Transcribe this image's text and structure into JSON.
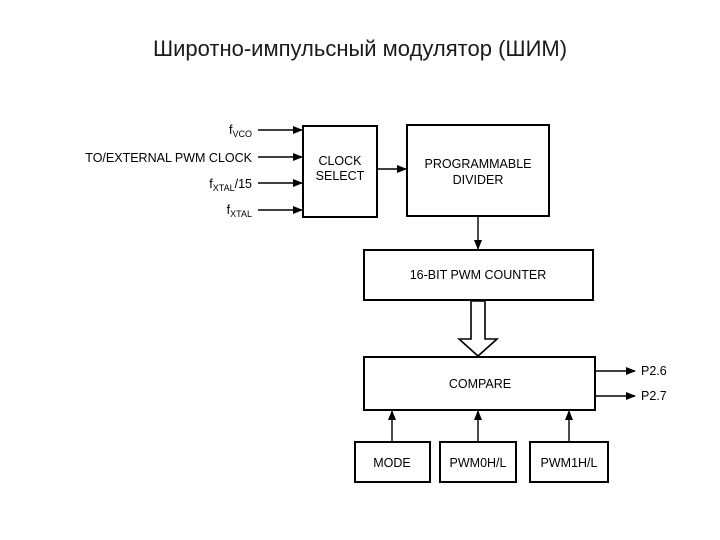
{
  "page_title": "Широтно-импульсный модулятор (ШИМ)",
  "inputs": {
    "fvco": {
      "main": "f",
      "sub": "VCO"
    },
    "ext_clock": "TO/EXTERNAL PWM CLOCK",
    "fxtal15": {
      "main": "f",
      "sub": "XTAL",
      "suffix": "/15"
    },
    "fxtal": {
      "main": "f",
      "sub": "XTAL"
    }
  },
  "blocks": {
    "clock_select": {
      "line1": "CLOCK",
      "line2": "SELECT"
    },
    "divider": {
      "line1": "PROGRAMMABLE",
      "line2": "DIVIDER"
    },
    "counter": "16-BIT PWM COUNTER",
    "compare": "COMPARE",
    "mode": "MODE",
    "pwm0": "PWM0H/L",
    "pwm1": "PWM1H/L"
  },
  "outputs": {
    "p26": "P2.6",
    "p27": "P2.7"
  }
}
